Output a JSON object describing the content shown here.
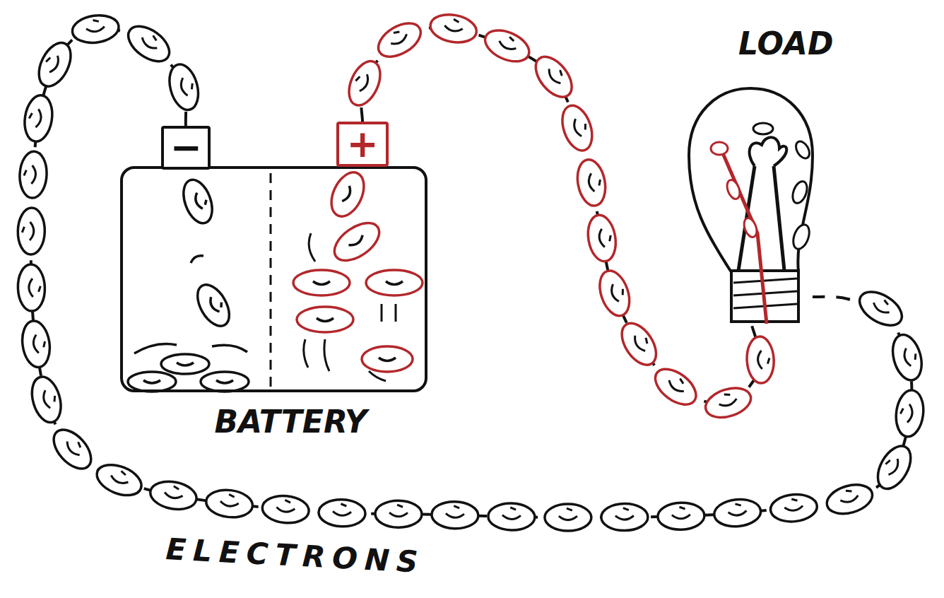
{
  "diagram": {
    "nodes": [
      {
        "text": [
          "BATTERY"
        ]
      },
      {
        "text": [
          "−"
        ]
      },
      {
        "text": [
          "+"
        ]
      },
      {
        "text": [
          "LOAD"
        ]
      }
    ],
    "edges": [
      {
        "from": 1,
        "to": 3,
        "arrow": "none"
      },
      {
        "from": 2,
        "to": 3,
        "arrow": "none"
      }
    ],
    "labels": [
      "ELECTRONS"
    ]
  }
}
